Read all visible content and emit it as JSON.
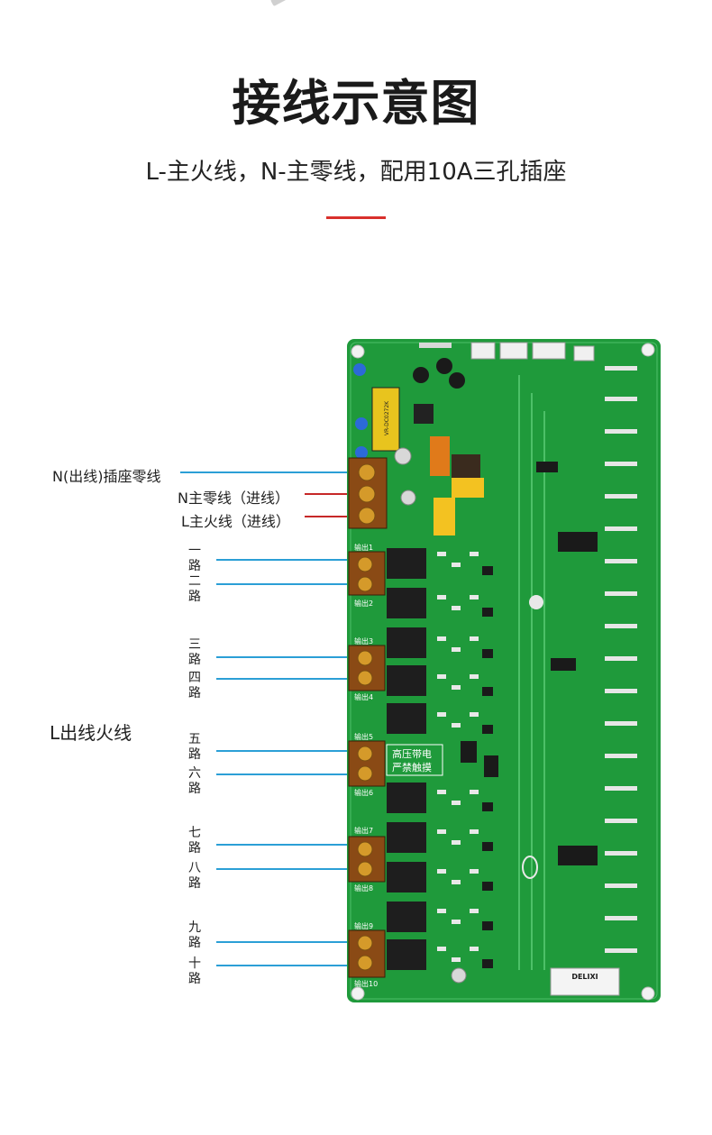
{
  "header": {
    "title": "接线示意图",
    "subtitle": "L-主火线，N-主零线，配用10A三孔插座"
  },
  "colors": {
    "accent": "#d9302c",
    "wire_blue": "#2b9fd6",
    "wire_red": "#c62828",
    "pcb_green": "#1f9a3b",
    "terminal_orange": "#a8581c"
  },
  "labels": {
    "n_out": "N(出线)插座零线",
    "n_in": "N主零线（进线）",
    "l_in": "L主火线（进线）",
    "l_out": "L出线火线"
  },
  "channels": [
    {
      "c1": "一",
      "c2": "路"
    },
    {
      "c1": "二",
      "c2": "路"
    },
    {
      "c1": "三",
      "c2": "路"
    },
    {
      "c1": "四",
      "c2": "路"
    },
    {
      "c1": "五",
      "c2": "路"
    },
    {
      "c1": "六",
      "c2": "路"
    },
    {
      "c1": "七",
      "c2": "路"
    },
    {
      "c1": "八",
      "c2": "路"
    },
    {
      "c1": "九",
      "c2": "路"
    },
    {
      "c1": "十",
      "c2": "路"
    }
  ],
  "board": {
    "outputs": [
      "输出1",
      "输出2",
      "输出3",
      "输出4",
      "输出5",
      "输出6",
      "输出7",
      "输出8",
      "输出9",
      "输出10"
    ],
    "warning_line1": "高压带电",
    "warning_line2": "严禁触摸",
    "brand": "DELIXI",
    "transformer_text": "VR-DC0272K"
  }
}
